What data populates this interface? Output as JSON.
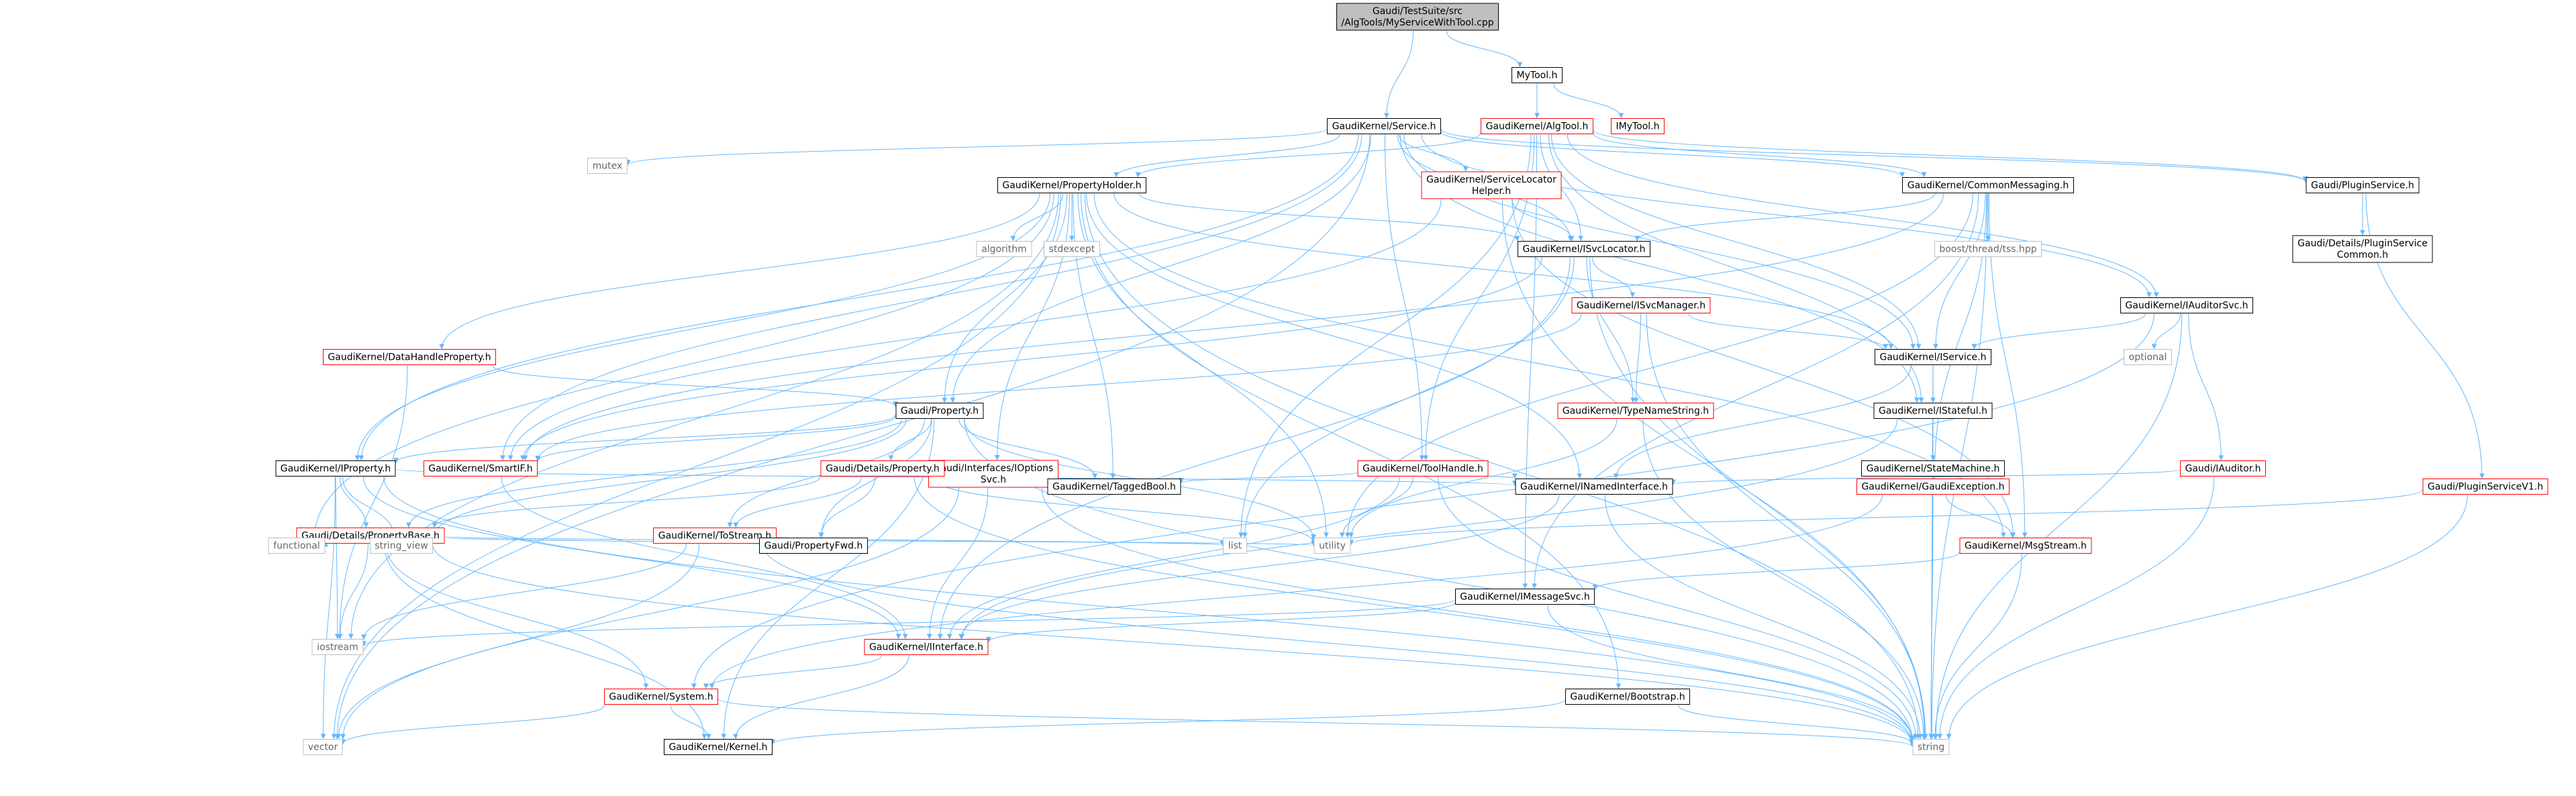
{
  "graph": {
    "nodes": [
      {
        "id": "root",
        "lines": [
          "Gaudi/TestSuite/src",
          "/AlgTools/MyServiceWithTool.cpp"
        ],
        "style": "root",
        "link": false
      },
      {
        "id": "mytool",
        "lines": [
          "MyTool.h"
        ],
        "style": "black",
        "link": true
      },
      {
        "id": "imytool",
        "lines": [
          "IMyTool.h"
        ],
        "style": "red",
        "link": true
      },
      {
        "id": "service",
        "lines": [
          "GaudiKernel/Service.h"
        ],
        "style": "black",
        "link": true
      },
      {
        "id": "algtool",
        "lines": [
          "GaudiKernel/AlgTool.h"
        ],
        "style": "red",
        "link": true
      },
      {
        "id": "mutex",
        "lines": [
          "mutex"
        ],
        "style": "gray",
        "link": false
      },
      {
        "id": "propholder",
        "lines": [
          "GaudiKernel/PropertyHolder.h"
        ],
        "style": "black",
        "link": true
      },
      {
        "id": "svclochelper",
        "lines": [
          "GaudiKernel/ServiceLocator",
          "Helper.h"
        ],
        "style": "red",
        "link": true
      },
      {
        "id": "commonmsg",
        "lines": [
          "GaudiKernel/CommonMessaging.h"
        ],
        "style": "black",
        "link": true
      },
      {
        "id": "pluginsvc",
        "lines": [
          "Gaudi/PluginService.h"
        ],
        "style": "black",
        "link": true
      },
      {
        "id": "algorithm",
        "lines": [
          "algorithm"
        ],
        "style": "gray",
        "link": false
      },
      {
        "id": "stdexcept",
        "lines": [
          "stdexcept"
        ],
        "style": "gray",
        "link": false
      },
      {
        "id": "isvclocator",
        "lines": [
          "GaudiKernel/ISvcLocator.h"
        ],
        "style": "black",
        "link": true
      },
      {
        "id": "boostthread",
        "lines": [
          "boost/thread/tss.hpp"
        ],
        "style": "gray",
        "link": false
      },
      {
        "id": "pluginsvccommon",
        "lines": [
          "Gaudi/Details/PluginService",
          "Common.h"
        ],
        "style": "black",
        "link": true
      },
      {
        "id": "isvcmanager",
        "lines": [
          "GaudiKernel/ISvcManager.h"
        ],
        "style": "red",
        "link": true
      },
      {
        "id": "iauditorsvc",
        "lines": [
          "GaudiKernel/IAuditorSvc.h"
        ],
        "style": "black",
        "link": true
      },
      {
        "id": "datahandleprop",
        "lines": [
          "GaudiKernel/DataHandleProperty.h"
        ],
        "style": "red",
        "link": true
      },
      {
        "id": "optional",
        "lines": [
          "optional"
        ],
        "style": "gray",
        "link": false
      },
      {
        "id": "iservice",
        "lines": [
          "GaudiKernel/IService.h"
        ],
        "style": "black",
        "link": true
      },
      {
        "id": "property",
        "lines": [
          "Gaudi/Property.h"
        ],
        "style": "black",
        "link": true
      },
      {
        "id": "typenamestring",
        "lines": [
          "GaudiKernel/TypeNameString.h"
        ],
        "style": "red",
        "link": true
      },
      {
        "id": "istateful",
        "lines": [
          "GaudiKernel/IStateful.h"
        ],
        "style": "black",
        "link": true
      },
      {
        "id": "ioptionssvc",
        "lines": [
          "Gaudi/Interfaces/IOptions",
          "Svc.h"
        ],
        "style": "red",
        "link": true
      },
      {
        "id": "toolhandle",
        "lines": [
          "GaudiKernel/ToolHandle.h"
        ],
        "style": "red",
        "link": true
      },
      {
        "id": "iproperty",
        "lines": [
          "GaudiKernel/IProperty.h"
        ],
        "style": "black",
        "link": true
      },
      {
        "id": "smartif",
        "lines": [
          "GaudiKernel/SmartIF.h"
        ],
        "style": "red",
        "link": true
      },
      {
        "id": "detailsproperty",
        "lines": [
          "Gaudi/Details/Property.h"
        ],
        "style": "red",
        "link": true
      },
      {
        "id": "statemachine",
        "lines": [
          "GaudiKernel/StateMachine.h"
        ],
        "style": "black",
        "link": true
      },
      {
        "id": "iauditor",
        "lines": [
          "Gaudi/IAuditor.h"
        ],
        "style": "red",
        "link": true
      },
      {
        "id": "taggedbool",
        "lines": [
          "GaudiKernel/TaggedBool.h"
        ],
        "style": "black",
        "link": true
      },
      {
        "id": "inamedinterface",
        "lines": [
          "GaudiKernel/INamedInterface.h"
        ],
        "style": "black",
        "link": true
      },
      {
        "id": "gaudiexception",
        "lines": [
          "GaudiKernel/GaudiException.h"
        ],
        "style": "red",
        "link": true
      },
      {
        "id": "pluginsvcv1",
        "lines": [
          "Gaudi/PluginServiceV1.h"
        ],
        "style": "red",
        "link": true
      },
      {
        "id": "propertybase",
        "lines": [
          "Gaudi/Details/PropertyBase.h"
        ],
        "style": "red",
        "link": true
      },
      {
        "id": "tostream",
        "lines": [
          "GaudiKernel/ToStream.h"
        ],
        "style": "red",
        "link": true
      },
      {
        "id": "functional",
        "lines": [
          "functional"
        ],
        "style": "gray",
        "link": false
      },
      {
        "id": "string_view",
        "lines": [
          "string_view"
        ],
        "style": "gray",
        "link": false
      },
      {
        "id": "propertyfwd",
        "lines": [
          "Gaudi/PropertyFwd.h"
        ],
        "style": "black",
        "link": true
      },
      {
        "id": "list",
        "lines": [
          "list"
        ],
        "style": "gray",
        "link": false
      },
      {
        "id": "utility",
        "lines": [
          "utility"
        ],
        "style": "gray",
        "link": false
      },
      {
        "id": "msgstream",
        "lines": [
          "GaudiKernel/MsgStream.h"
        ],
        "style": "red",
        "link": true
      },
      {
        "id": "imessagesvc",
        "lines": [
          "GaudiKernel/IMessageSvc.h"
        ],
        "style": "black",
        "link": true
      },
      {
        "id": "iostream",
        "lines": [
          "iostream"
        ],
        "style": "gray",
        "link": false
      },
      {
        "id": "iinterface",
        "lines": [
          "GaudiKernel/IInterface.h"
        ],
        "style": "red",
        "link": true
      },
      {
        "id": "system",
        "lines": [
          "GaudiKernel/System.h"
        ],
        "style": "red",
        "link": true
      },
      {
        "id": "bootstrap",
        "lines": [
          "GaudiKernel/Bootstrap.h"
        ],
        "style": "black",
        "link": true
      },
      {
        "id": "vector",
        "lines": [
          "vector"
        ],
        "style": "gray",
        "link": false
      },
      {
        "id": "kernel",
        "lines": [
          "GaudiKernel/Kernel.h"
        ],
        "style": "black",
        "link": true
      },
      {
        "id": "string",
        "lines": [
          "string"
        ],
        "style": "gray",
        "link": false
      }
    ],
    "edges": [
      [
        "root",
        "service"
      ],
      [
        "root",
        "mytool"
      ],
      [
        "mytool",
        "algtool"
      ],
      [
        "mytool",
        "imytool"
      ],
      [
        "service",
        "mutex"
      ],
      [
        "service",
        "vector"
      ],
      [
        "service",
        "propholder"
      ],
      [
        "service",
        "svclochelper"
      ],
      [
        "service",
        "commonmsg"
      ],
      [
        "service",
        "pluginsvc"
      ],
      [
        "service",
        "isvclocator"
      ],
      [
        "service",
        "iservice"
      ],
      [
        "service",
        "istateful"
      ],
      [
        "service",
        "iauditorsvc"
      ],
      [
        "service",
        "property"
      ],
      [
        "service",
        "iproperty"
      ],
      [
        "service",
        "smartif"
      ],
      [
        "service",
        "toolhandle"
      ],
      [
        "algtool",
        "propholder"
      ],
      [
        "algtool",
        "commonmsg"
      ],
      [
        "algtool",
        "pluginsvc"
      ],
      [
        "algtool",
        "isvclocator"
      ],
      [
        "algtool",
        "iservice"
      ],
      [
        "algtool",
        "iauditorsvc"
      ],
      [
        "algtool",
        "toolhandle"
      ],
      [
        "algtool",
        "imessagesvc"
      ],
      [
        "algtool",
        "list"
      ],
      [
        "algtool",
        "istateful"
      ],
      [
        "propholder",
        "algorithm"
      ],
      [
        "propholder",
        "stdexcept"
      ],
      [
        "propholder",
        "isvclocator"
      ],
      [
        "propholder",
        "datahandleprop"
      ],
      [
        "propholder",
        "property"
      ],
      [
        "propholder",
        "ioptionssvc"
      ],
      [
        "propholder",
        "iproperty"
      ],
      [
        "propholder",
        "inamedinterface"
      ],
      [
        "propholder",
        "taggedbool"
      ],
      [
        "propholder",
        "utility"
      ],
      [
        "propholder",
        "iostream"
      ],
      [
        "propholder",
        "vector"
      ],
      [
        "propholder",
        "functional"
      ],
      [
        "propholder",
        "bootstrap"
      ],
      [
        "propholder",
        "iservice"
      ],
      [
        "propholder",
        "msgstream"
      ],
      [
        "propholder",
        "string"
      ],
      [
        "svclochelper",
        "isvclocator"
      ],
      [
        "svclochelper",
        "smartif"
      ],
      [
        "svclochelper",
        "string"
      ],
      [
        "svclochelper",
        "msgstream"
      ],
      [
        "commonmsg",
        "isvclocator"
      ],
      [
        "commonmsg",
        "iservice"
      ],
      [
        "commonmsg",
        "boostthread"
      ],
      [
        "commonmsg",
        "gaudiexception"
      ],
      [
        "commonmsg",
        "imessagesvc"
      ],
      [
        "commonmsg",
        "msgstream"
      ],
      [
        "commonmsg",
        "smartif"
      ],
      [
        "commonmsg",
        "utility"
      ],
      [
        "commonmsg",
        "string"
      ],
      [
        "pluginsvc",
        "pluginsvccommon"
      ],
      [
        "pluginsvc",
        "pluginsvcv1"
      ],
      [
        "isvclocator",
        "isvcmanager"
      ],
      [
        "isvclocator",
        "typenamestring"
      ],
      [
        "isvclocator",
        "smartif"
      ],
      [
        "isvclocator",
        "iinterface"
      ],
      [
        "isvclocator",
        "list"
      ],
      [
        "isvclocator",
        "string"
      ],
      [
        "isvcmanager",
        "iservice"
      ],
      [
        "isvcmanager",
        "typenamestring"
      ],
      [
        "isvcmanager",
        "smartif"
      ],
      [
        "isvcmanager",
        "string"
      ],
      [
        "iauditorsvc",
        "iservice"
      ],
      [
        "iauditorsvc",
        "optional"
      ],
      [
        "iauditorsvc",
        "iauditor"
      ],
      [
        "iauditorsvc",
        "system"
      ],
      [
        "iauditorsvc",
        "string"
      ],
      [
        "datahandleprop",
        "property"
      ],
      [
        "datahandleprop",
        "iostream"
      ],
      [
        "iservice",
        "istateful"
      ],
      [
        "iservice",
        "inamedinterface"
      ],
      [
        "iservice",
        "string"
      ],
      [
        "property",
        "iproperty"
      ],
      [
        "property",
        "smartif"
      ],
      [
        "property",
        "detailsproperty"
      ],
      [
        "property",
        "propertybase"
      ],
      [
        "property",
        "tostream"
      ],
      [
        "property",
        "taggedbool"
      ],
      [
        "property",
        "propertyfwd"
      ],
      [
        "property",
        "utility"
      ],
      [
        "property",
        "string_view"
      ],
      [
        "property",
        "kernel"
      ],
      [
        "property",
        "string"
      ],
      [
        "typenamestring",
        "string"
      ],
      [
        "typenamestring",
        "utility"
      ],
      [
        "istateful",
        "statemachine"
      ],
      [
        "istateful",
        "iinterface"
      ],
      [
        "istateful",
        "string"
      ],
      [
        "ioptionssvc",
        "taggedbool"
      ],
      [
        "ioptionssvc",
        "iinterface"
      ],
      [
        "ioptionssvc",
        "string"
      ],
      [
        "ioptionssvc",
        "vector"
      ],
      [
        "toolhandle",
        "inamedinterface"
      ],
      [
        "toolhandle",
        "taggedbool"
      ],
      [
        "toolhandle",
        "utility"
      ],
      [
        "toolhandle",
        "iinterface"
      ],
      [
        "toolhandle",
        "string"
      ],
      [
        "iproperty",
        "inamedinterface"
      ],
      [
        "iproperty",
        "propertybase"
      ],
      [
        "iproperty",
        "string_view"
      ],
      [
        "iproperty",
        "iostream"
      ],
      [
        "iproperty",
        "vector"
      ],
      [
        "iproperty",
        "iinterface"
      ],
      [
        "iproperty",
        "string"
      ],
      [
        "smartif",
        "iinterface"
      ],
      [
        "detailsproperty",
        "propertybase"
      ],
      [
        "detailsproperty",
        "tostream"
      ],
      [
        "detailsproperty",
        "taggedbool"
      ],
      [
        "detailsproperty",
        "propertyfwd"
      ],
      [
        "detailsproperty",
        "utility"
      ],
      [
        "detailsproperty",
        "string"
      ],
      [
        "statemachine",
        "gaudiexception"
      ],
      [
        "iauditor",
        "inamedinterface"
      ],
      [
        "iauditor",
        "string"
      ],
      [
        "inamedinterface",
        "iinterface"
      ],
      [
        "inamedinterface",
        "string"
      ],
      [
        "gaudiexception",
        "msgstream"
      ],
      [
        "gaudiexception",
        "system"
      ],
      [
        "gaudiexception",
        "string"
      ],
      [
        "pluginsvcv1",
        "utility"
      ],
      [
        "pluginsvcv1",
        "string"
      ],
      [
        "propertybase",
        "functional"
      ],
      [
        "propertybase",
        "string_view"
      ],
      [
        "propertybase",
        "propertyfwd"
      ],
      [
        "propertybase",
        "iostream"
      ],
      [
        "propertybase",
        "system"
      ],
      [
        "propertybase",
        "kernel"
      ],
      [
        "propertybase",
        "string"
      ],
      [
        "propertybase",
        "utility"
      ],
      [
        "tostream",
        "list"
      ],
      [
        "tostream",
        "iostream"
      ],
      [
        "tostream",
        "vector"
      ],
      [
        "tostream",
        "string"
      ],
      [
        "msgstream",
        "imessagesvc"
      ],
      [
        "msgstream",
        "string"
      ],
      [
        "imessagesvc",
        "iinterface"
      ],
      [
        "imessagesvc",
        "iostream"
      ],
      [
        "imessagesvc",
        "string"
      ],
      [
        "iinterface",
        "system"
      ],
      [
        "iinterface",
        "kernel"
      ],
      [
        "system",
        "vector"
      ],
      [
        "system",
        "kernel"
      ],
      [
        "system",
        "string"
      ],
      [
        "bootstrap",
        "kernel"
      ],
      [
        "bootstrap",
        "string"
      ]
    ]
  },
  "colors": {
    "black_border": "#000000",
    "red_border": "#ff0000",
    "gray_border": "#bfbfbf",
    "root_fill": "#bfbfbf",
    "edge": "#63b8ff",
    "text": "#000000",
    "gray_text": "#666666"
  }
}
